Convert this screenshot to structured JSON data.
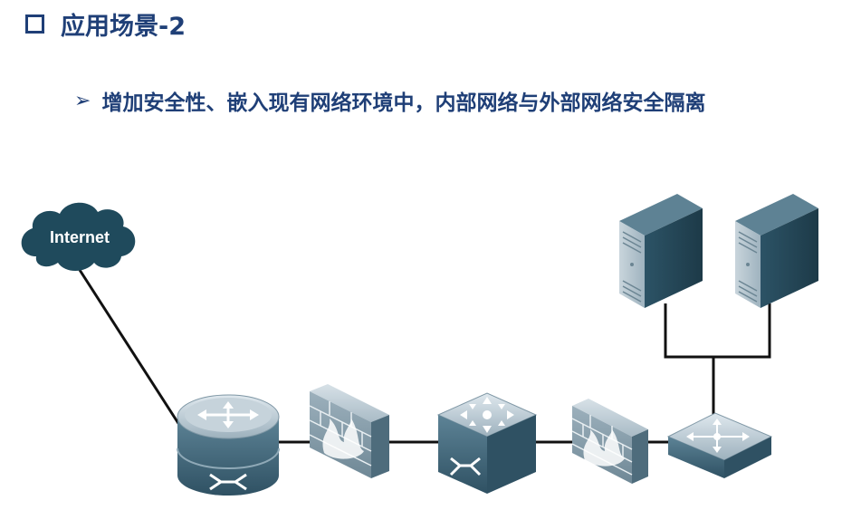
{
  "title": "应用场景-2",
  "bullet": {
    "arrow": "➢",
    "text": "增加安全性、嵌入现有网络环境中，内部网络与外部网络安全隔离"
  },
  "diagram": {
    "cloud_label": "Internet"
  },
  "colors": {
    "title": "#1f3f77",
    "device": "#3c6377",
    "server": "#2f5566",
    "cloud": "#1f4a5c"
  }
}
